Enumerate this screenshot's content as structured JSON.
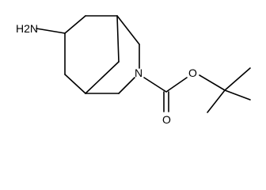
{
  "molecule": {
    "atom_labels": {
      "amine": "H2N",
      "ring_nitrogen": "N",
      "carbonyl_oxygen": "O",
      "ester_oxygen": "O"
    }
  }
}
